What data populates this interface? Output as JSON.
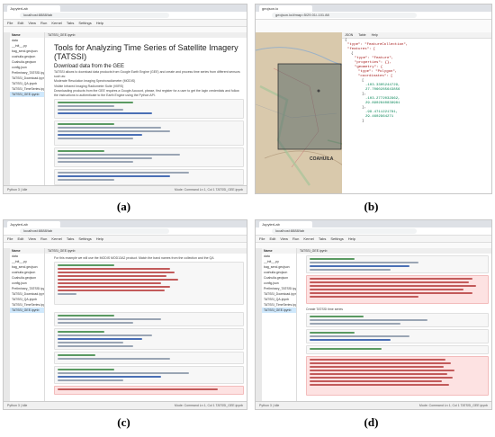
{
  "captions": {
    "a": "(a)",
    "b": "(b)",
    "c": "(c)",
    "d": "(d)"
  },
  "browser": {
    "lab_tab": "JupyterLab",
    "geojson_tab": "geojson.io",
    "lab_url": "localhost:8888/lab",
    "geojson_url": "geojson.io/#map=5/29.01/-101.88"
  },
  "menu": [
    "File",
    "Edit",
    "View",
    "Run",
    "Kernel",
    "Tabs",
    "Settings",
    "Help"
  ],
  "filebrowser": {
    "header": "Name",
    "items": [
      "data",
      "__init__.py",
      "bag_send.geojson",
      "coahuila.geojson",
      "Coahuila.geojson",
      "config.json",
      "Preliminary_TATSSI.ipynb",
      "TATSSI_Download.ipynb",
      "TATSSI_QA.ipynb",
      "TATSSI_TimeSeries.ipynb",
      "TATSSI_GEE.ipynb"
    ],
    "highlight_index": 10
  },
  "notebook_tab": "TATSSI_GEE.ipynb",
  "panel_a": {
    "title": "Tools for Analyzing Time Series of Satellite Imagery (TATSSI)",
    "subtitle": "Download data from the GEE",
    "para1": "TATSSI allows to download data products from Google Earth Engine (GEE) and create and process time series from different sensors such as:",
    "bullet1": "Moderate Resolution Imaging Spectroradiometer (MODIS)",
    "bullet2": "Visible Infrared Imaging Radiometer Suite (VIIRS)",
    "para2": "Downloading products from the GEE requires a Google Account, please, first register for a user to get the login credentials and follow the instructions to authenticate to the Earth Engine using the Python API."
  },
  "panel_b": {
    "map_label": "COAHUILA",
    "json_tabs": [
      "JSON",
      "Table",
      "Help"
    ],
    "json_lines": [
      "{",
      "\"type\": \"FeatureCollection\",",
      "\"features\": [",
      "{",
      "\"type\": \"Feature\",",
      "\"properties\": {},",
      "\"geometry\": {",
      "\"type\": \"Polygon\",",
      "\"coordinates\": [",
      "[",
      "-103.3305244729,",
      "27.7060285643856",
      "],",
      "-103.2772032962,",
      "29.8902840838981",
      "],",
      "-99.4711221781,",
      "29.4602964271",
      "]"
    ]
  },
  "panel_c": {
    "intro": "For this example we will use the MODIS MOD13A2 product. Match the band names from the collection and the QA"
  },
  "panel_d": {
    "mid_text": "Create TATSSI time series"
  },
  "status": {
    "left": "Python 3 | Idle",
    "right": "Mode: Command  Ln 1, Col 1  TATSSI_GEE.ipynb"
  }
}
